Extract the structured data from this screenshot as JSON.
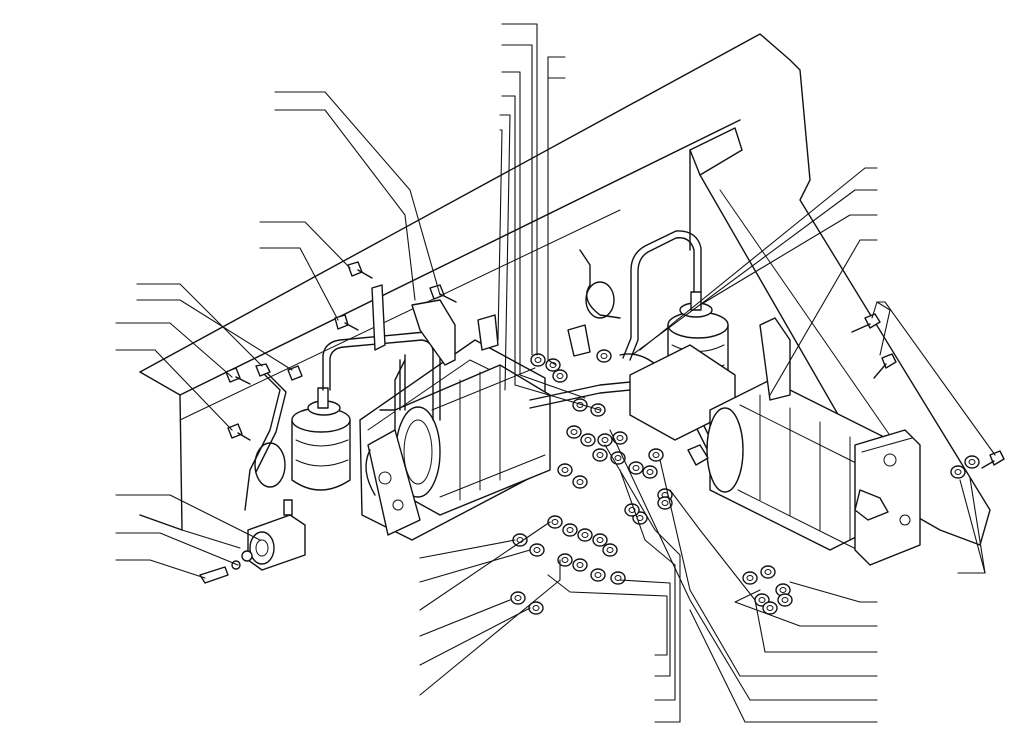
{
  "diagram": {
    "view": "exploded-parts-drawing",
    "assemblies": [
      "left-air-booster",
      "right-air-booster",
      "left-reservoir",
      "right-reservoir"
    ],
    "left_callout_count": 12,
    "top_callout_count": 7,
    "right_callout_count": 9,
    "bottom_callout_count": 13,
    "labels": []
  },
  "colors": {
    "ink": "#111111",
    "paper": "#ffffff"
  }
}
